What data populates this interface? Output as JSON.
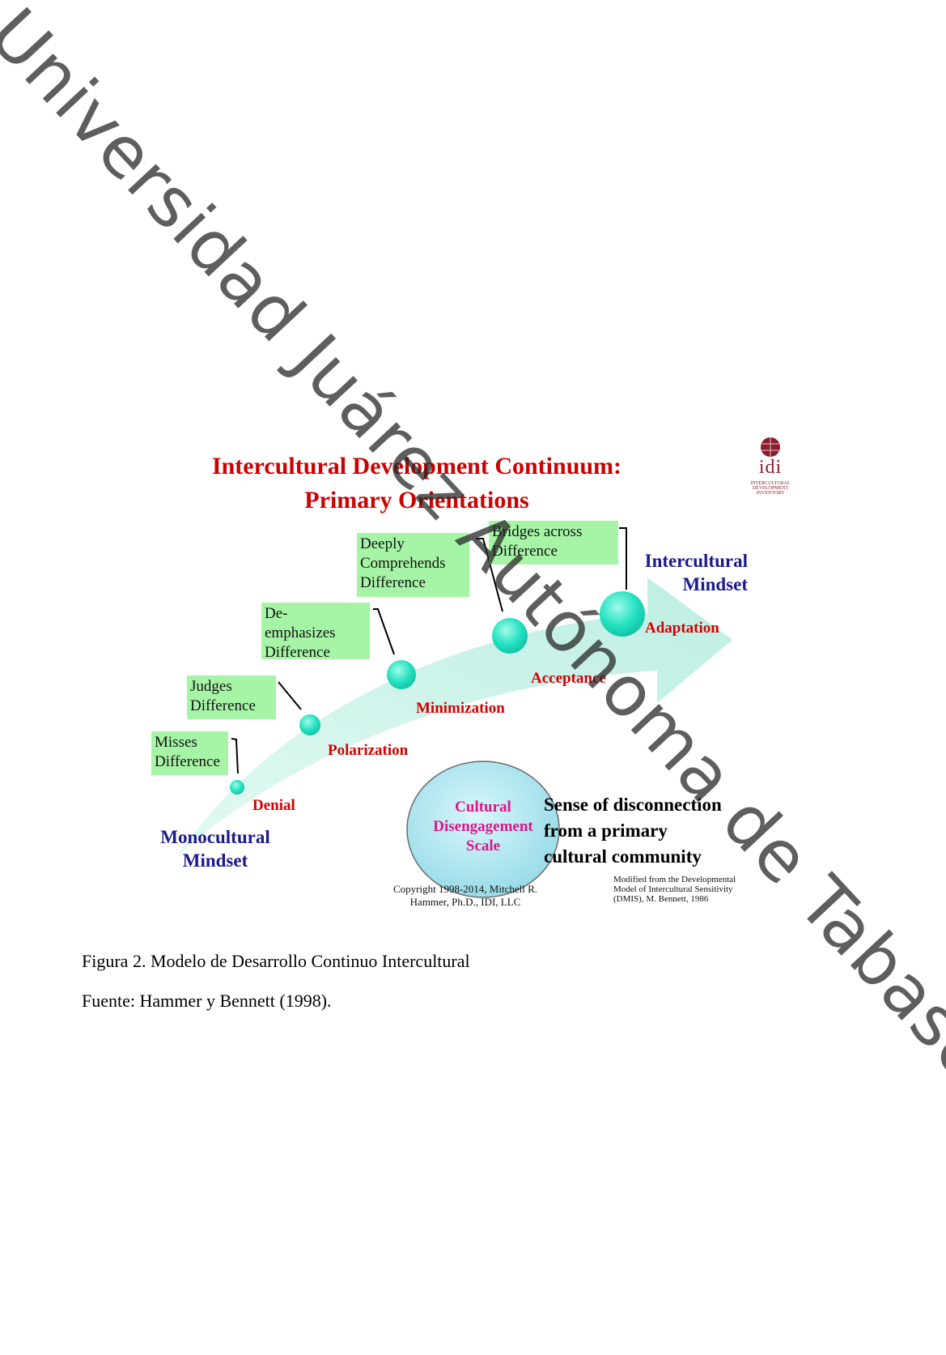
{
  "watermark": "Universidad Juárez Autónoma de Tabasco. México.",
  "diagram": {
    "title_line1": "Intercultural Development Continuum:",
    "title_line2": "Primary Orientations",
    "logo": {
      "mark": "idi",
      "sub_lines": [
        "INTERCULTURAL",
        "DEVELOPMENT",
        "INVENTORY"
      ]
    },
    "boxes": [
      {
        "lines": [
          "Misses",
          "Difference"
        ]
      },
      {
        "lines": [
          "Judges",
          "Difference"
        ]
      },
      {
        "lines": [
          "De-",
          "emphasizes",
          "Difference"
        ]
      },
      {
        "lines": [
          "Deeply",
          "Comprehends",
          "Difference"
        ]
      },
      {
        "lines": [
          "Bridges across",
          "Difference"
        ]
      }
    ],
    "stages": [
      "Denial",
      "Polarization",
      "Minimization",
      "Acceptance",
      "Adaptation"
    ],
    "mono_mindset": [
      "Monocultural",
      "Mindset"
    ],
    "inter_mindset": [
      "Intercultural",
      "Mindset"
    ],
    "disengagement": [
      "Cultural",
      "Disengagement",
      "Scale"
    ],
    "sense": [
      "Sense of disconnection",
      "from a primary",
      "cultural community"
    ],
    "copyright": [
      "Copyright 1998-2014, Mitchell R.",
      "Hammer, Ph.D., IDI, LLC"
    ],
    "modified": [
      "Modified from the Developmental",
      "Model of Intercultural Sensitivity",
      "(DMIS), M. Bennett, 1986"
    ],
    "colors": {
      "arrow": "#c9f2e8",
      "dots": "#2ee6c7",
      "boxes": "#a6f5a6",
      "title": "#cc0000",
      "stage": "#d40000",
      "mindset": "#1a1a8c",
      "disengagement": "#e0138a"
    }
  },
  "caption": {
    "figure": "Figura 2. Modelo de Desarrollo Continuo Intercultural",
    "source": "Fuente: Hammer y Bennett (1998)."
  }
}
